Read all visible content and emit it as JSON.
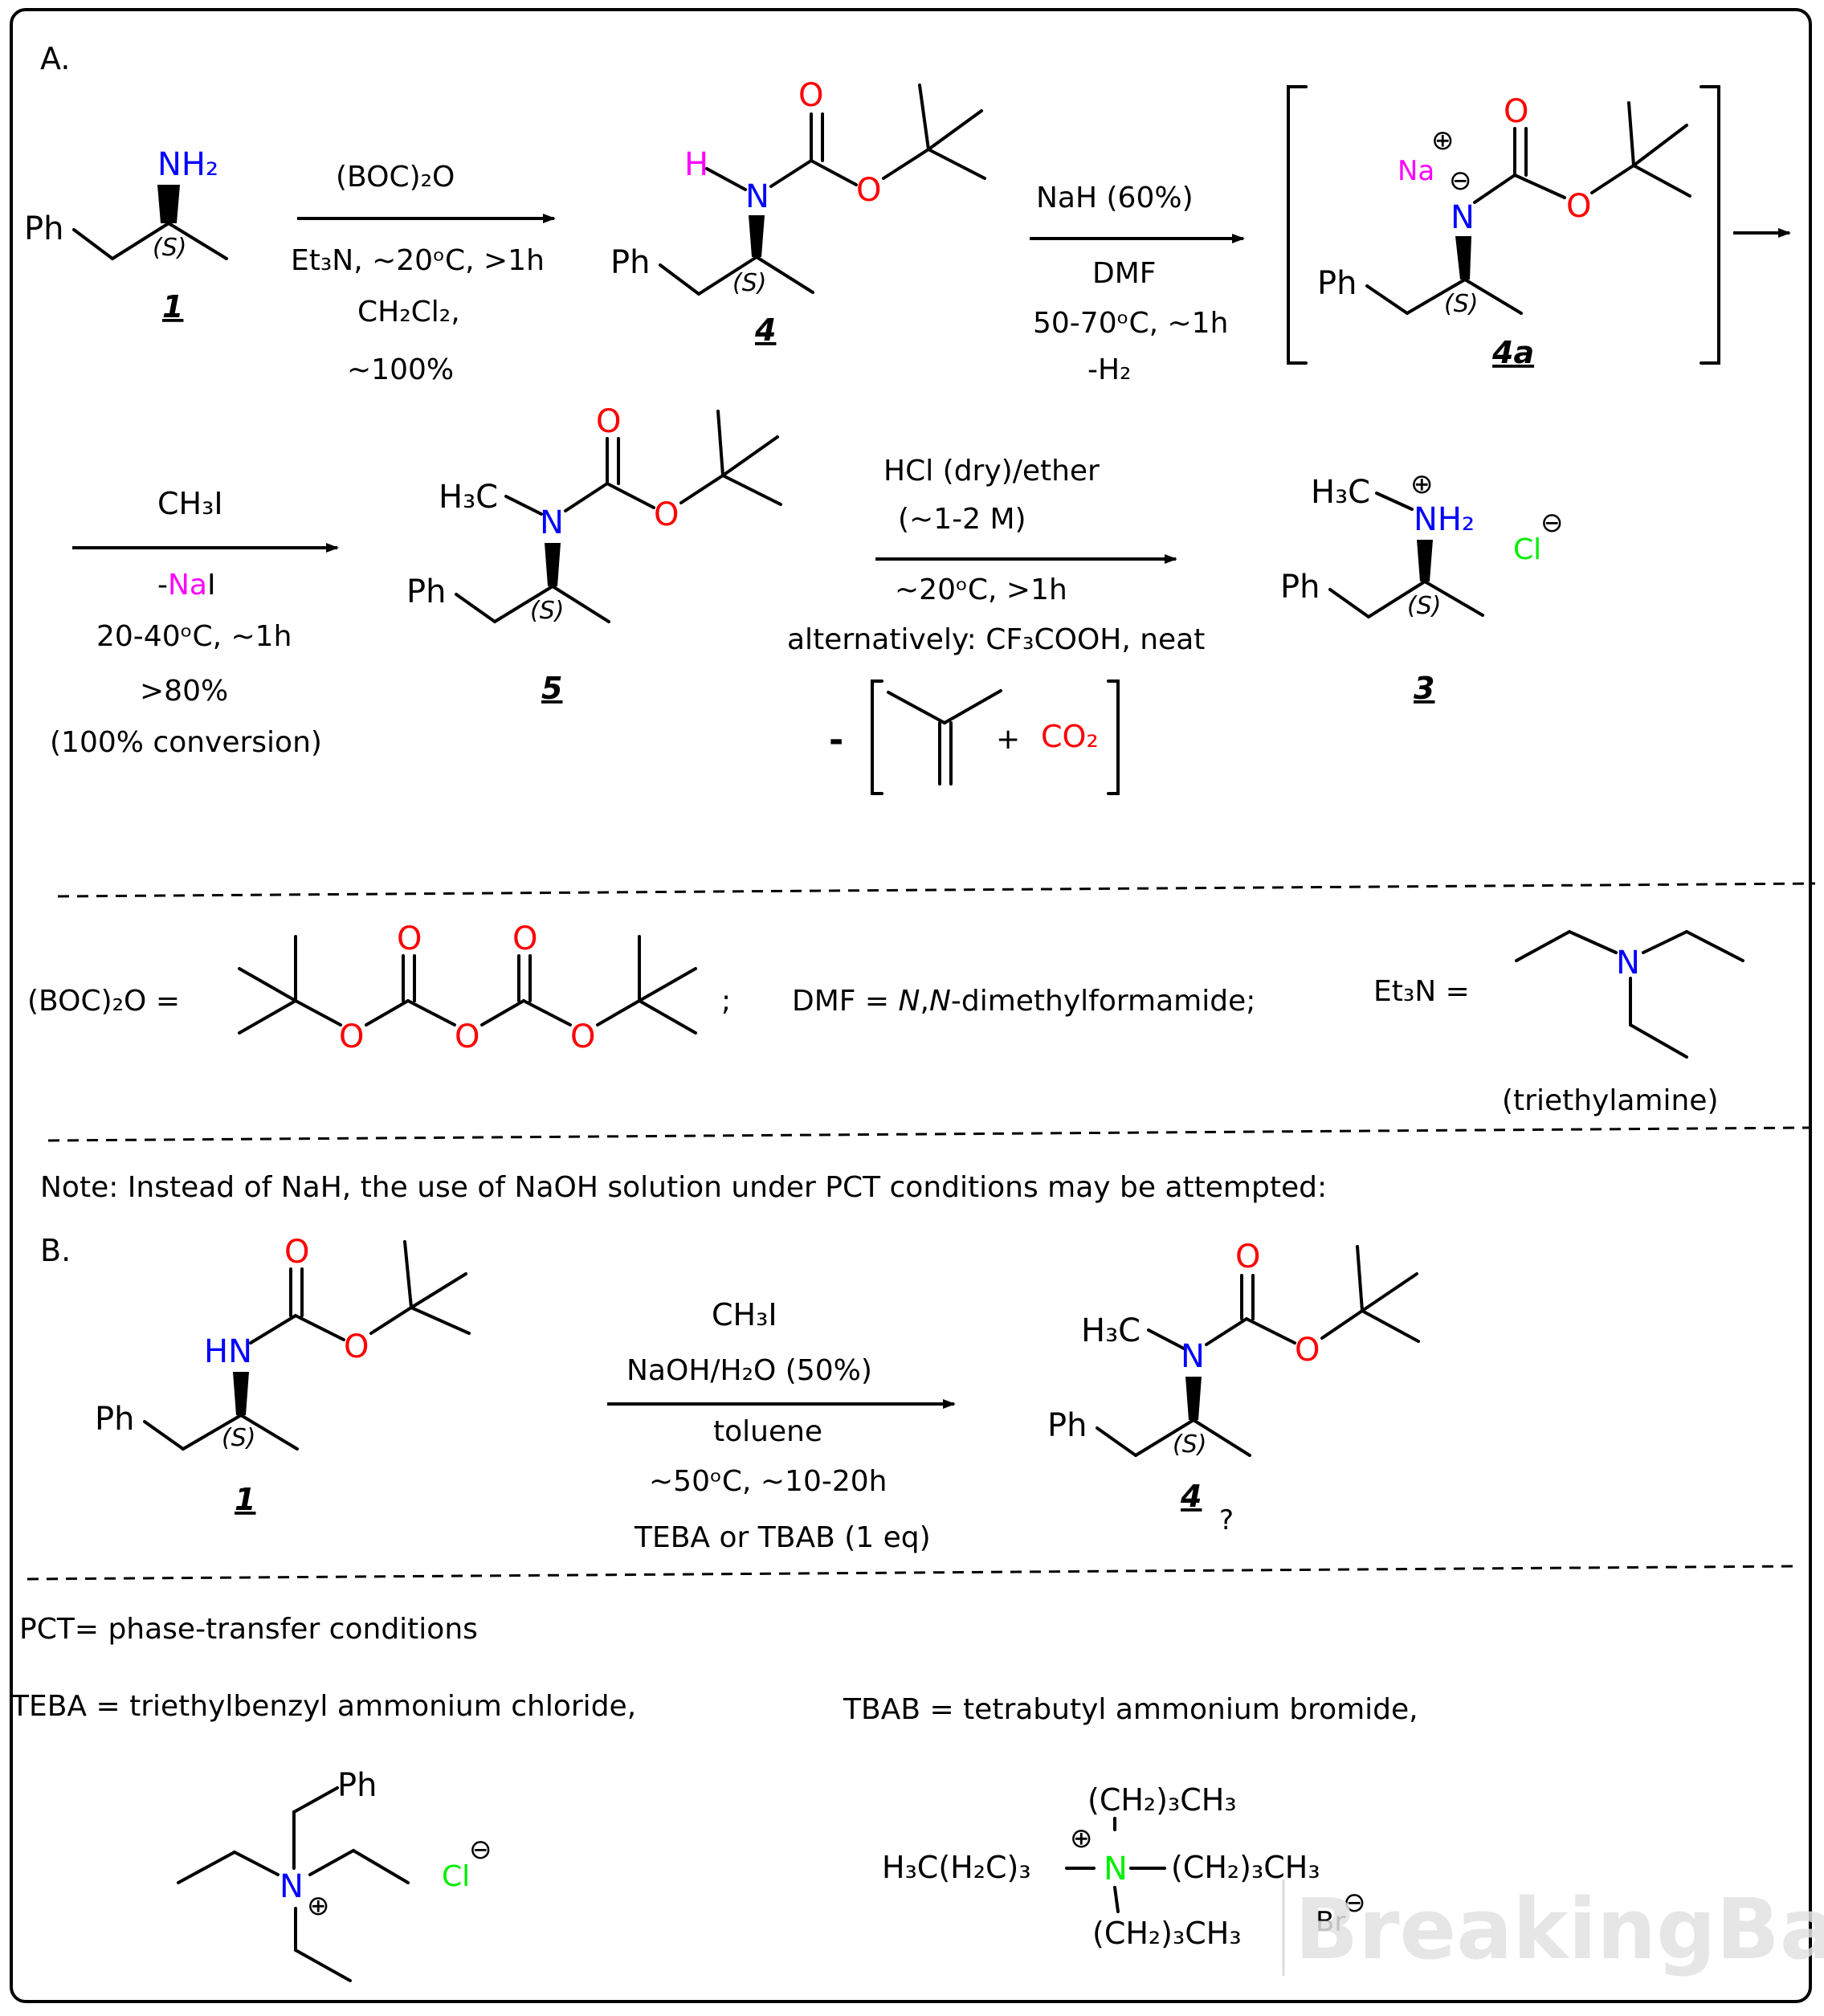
{
  "section_a": {
    "label": "A.",
    "step1": {
      "reagent": "(BOC)₂O",
      "cond1": "Et₃N, ~20ᵒC, >1h",
      "cond2": "CH₂Cl₂,",
      "yield": "~100%"
    },
    "step2": {
      "reagent": "NaH (60%)",
      "solvent": "DMF",
      "cond": "50-70ᵒC, ~1h",
      "byproduct": "-H₂"
    },
    "step3": {
      "reagent": "CH₃I",
      "byproduct_prefix": "-",
      "byproduct_na": "Na",
      "byproduct_i": "I",
      "cond": "20-40ᵒC, ~1h",
      "yield": ">80%",
      "conversion": "(100% conversion)"
    },
    "step4": {
      "reagent": "HCl (dry)/ether",
      "conc": "(~1-2 M)",
      "cond": "~20ᵒC, >1h",
      "alt": "alternatively: CF₃COOH, neat",
      "minus": "-",
      "plus": "+",
      "co2": "CO₂"
    },
    "compounds": {
      "c1": "1",
      "c4": "4",
      "c4a": "4a",
      "c5": "5",
      "c3": "3"
    }
  },
  "legend": {
    "boc2o": "(BOC)₂O =",
    "semicolon": ";",
    "dmf_prefix": "DMF = ",
    "dmf_n1": "N",
    "dmf_comma": ",",
    "dmf_n2": "N",
    "dmf_rest": "-dimethylformamide;",
    "et3n": "Et₃N =",
    "et3n_name": "(triethylamine)"
  },
  "note": "Note: Instead of NaH, the use of NaOH solution under PCT conditions may be attempted:",
  "section_b": {
    "label": "B.",
    "reagent": "CH₃I",
    "base": "NaOH/H₂O (50%)",
    "solvent": "toluene",
    "cond": "~50ᵒC, ~10-20h",
    "catalyst": "TEBA or TBAB (1 eq)",
    "c1": "1",
    "c4": "4",
    "question": "?"
  },
  "definitions": {
    "pct": "PCT= phase-transfer conditions",
    "teba": "TEBA = triethylbenzyl ammonium chloride,",
    "tbab": "TBAB = tetrabutyl ammonium bromide,"
  },
  "atoms": {
    "ph": "Ph",
    "s": "(S)",
    "nh2": "NH₂",
    "h": "H",
    "n": "N",
    "o": "O",
    "na": "Na",
    "h3c": "H₃C",
    "cl": "Cl",
    "hn": "HN",
    "plus": "⊕",
    "minus": "⊖",
    "br": "Br",
    "tbab_top": "(CH₂)₃CH₃",
    "tbab_left": "H₃C(H₂C)₃",
    "tbab_right": "(CH₂)₃CH₃",
    "tbab_bottom": "(CH₂)₃CH₃"
  },
  "watermark": "BreakingBad"
}
